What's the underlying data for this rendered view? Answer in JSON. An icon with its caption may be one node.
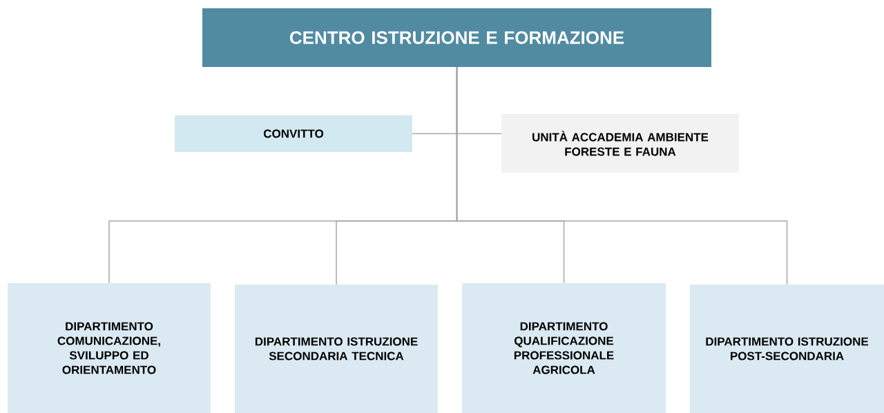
{
  "diagram": {
    "nodes": [
      {
        "text": [
          "CENTRO ISTRUZIONE E FORMAZIONE"
        ]
      },
      {
        "text": [
          "CONVITTO"
        ]
      },
      {
        "text": [
          "UNITÀ ACCADEMIA AMBIENTE FORESTE E FAUNA"
        ]
      },
      {
        "text": [
          "DIPARTIMENTO COMUNICAZIONE, SVILUPPO ED ORIENTAMENTO"
        ]
      },
      {
        "text": [
          "DIPARTIMENTO ISTRUZIONE SECONDARIA TECNICA"
        ]
      },
      {
        "text": [
          "DIPARTIMENTO QUALIFICAZIONE PROFESSIONALE AGRICOLA"
        ]
      },
      {
        "text": [
          "DIPARTIMENTO ISTRUZIONE POST-SECONDARIA"
        ]
      }
    ],
    "edges": [
      {
        "from": 0,
        "to": 1,
        "arrow": "none"
      },
      {
        "from": 0,
        "to": 2,
        "arrow": "none"
      },
      {
        "from": 0,
        "to": 3,
        "arrow": "none"
      },
      {
        "from": 0,
        "to": 4,
        "arrow": "none"
      },
      {
        "from": 0,
        "to": 5,
        "arrow": "none"
      },
      {
        "from": 0,
        "to": 6,
        "arrow": "none"
      }
    ]
  }
}
